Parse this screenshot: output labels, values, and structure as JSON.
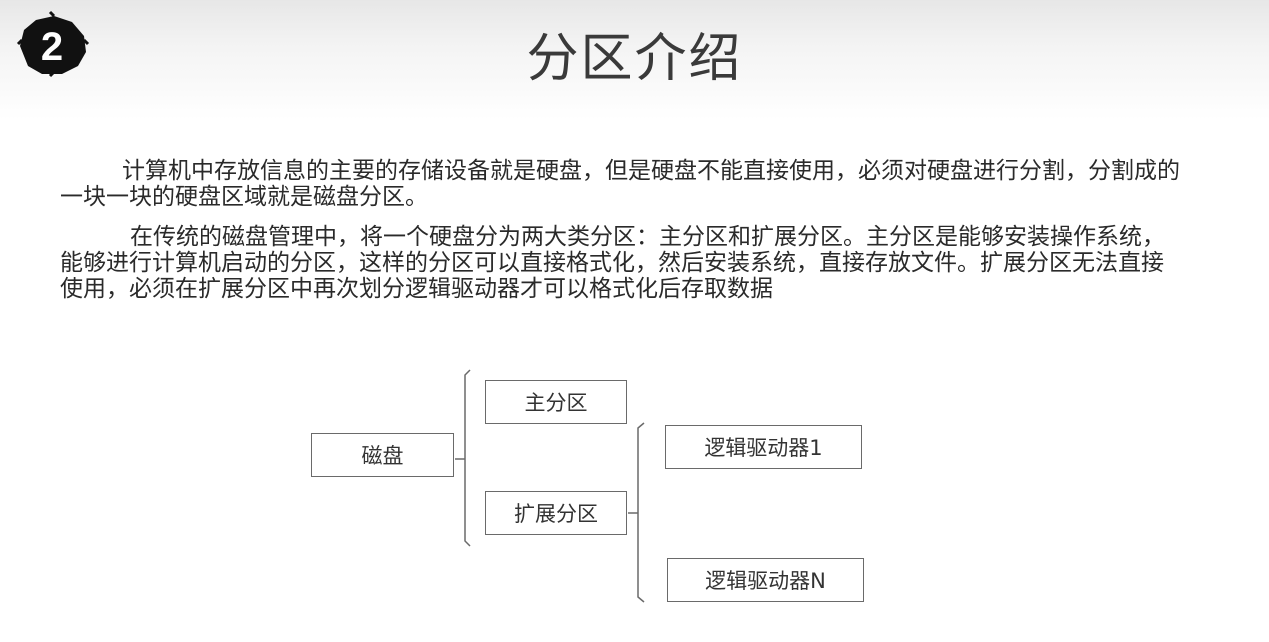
{
  "slide": {
    "number": "2",
    "title": "分区介绍"
  },
  "body": {
    "paragraph1": "计算机中存放信息的主要的存储设备就是硬盘，但是硬盘不能直接使用，必须对硬盘进行分割，分割成的一块一块的硬盘区域就是磁盘分区。",
    "paragraph2": "在传统的磁盘管理中，将一个硬盘分为两大类分区：主分区和扩展分区。主分区是能够安装操作系统，能够进行计算机启动的分区，这样的分区可以直接格式化，然后安装系统，直接存放文件。扩展分区无法直接使用，必须在扩展分区中再次划分逻辑驱动器才可以格式化后存取数据"
  },
  "diagram": {
    "root": "磁盘",
    "primary": "主分区",
    "extended": "扩展分区",
    "logical_first": "逻辑驱动器1",
    "logical_last": "逻辑驱动器N"
  },
  "icons": {
    "badge": "number-badge-icon"
  },
  "colors": {
    "badge_fill": "#111111",
    "line": "#6a6a6a",
    "text": "#2a2a2a"
  }
}
